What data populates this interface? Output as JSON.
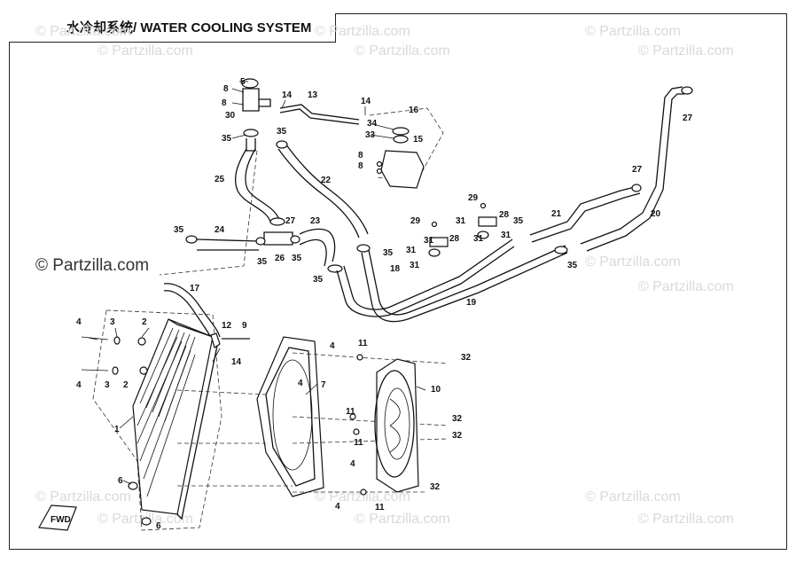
{
  "title": "水冷却系统/ WATER COOLING SYSTEM",
  "watermark": {
    "text": "© Partzilla.com",
    "main_text": "© Partzilla.com"
  },
  "fwd_label": "FWD",
  "callouts": [
    "1",
    "2",
    "3",
    "4",
    "5",
    "6",
    "7",
    "8",
    "9",
    "10",
    "11",
    "12",
    "13",
    "14",
    "15",
    "16",
    "17",
    "18",
    "19",
    "20",
    "21",
    "22",
    "23",
    "24",
    "25",
    "26",
    "27",
    "28",
    "29",
    "30",
    "31",
    "32",
    "33",
    "34",
    "35"
  ]
}
